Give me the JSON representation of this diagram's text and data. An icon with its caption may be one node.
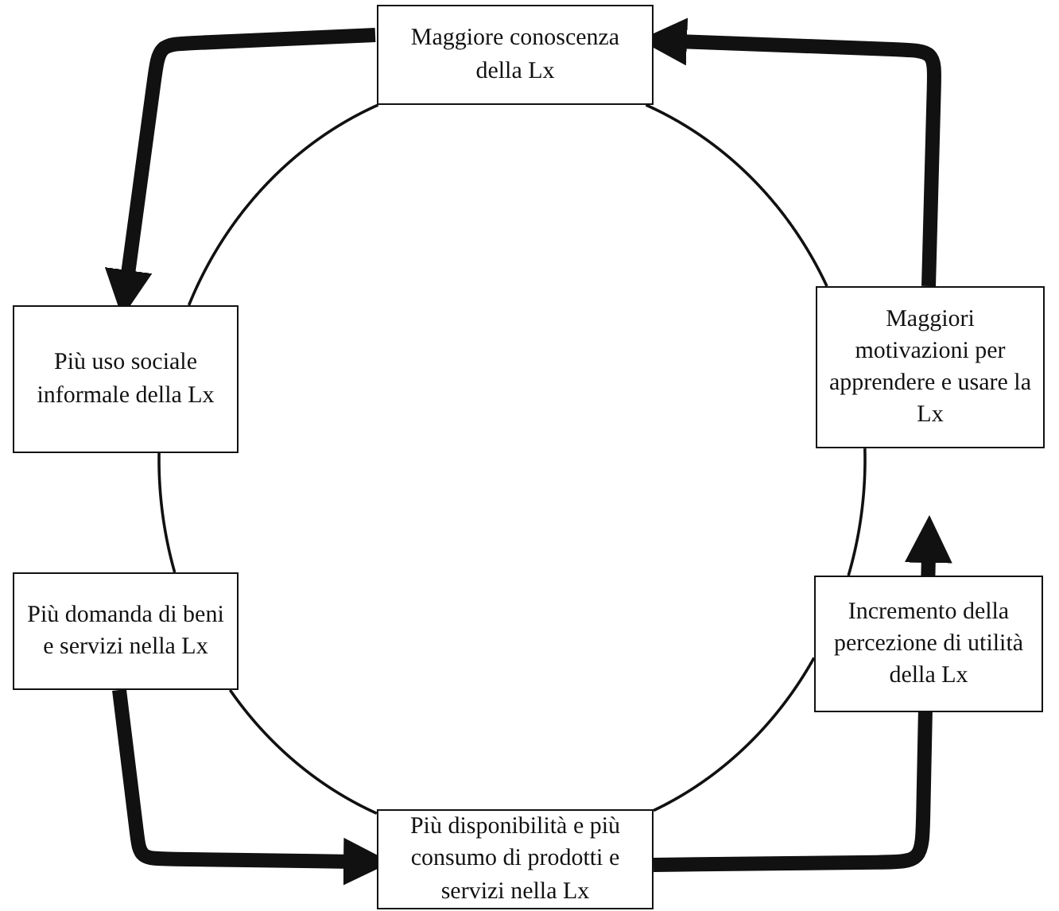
{
  "diagram": {
    "nodes": [
      {
        "text": [
          "Maggiore conoscenza della Lx"
        ]
      },
      {
        "text": [
          "Più uso sociale informale della Lx"
        ]
      },
      {
        "text": [
          "Maggiori motivazioni per apprendere e usare la Lx"
        ]
      },
      {
        "text": [
          "Più domanda di beni e servizi nella Lx"
        ]
      },
      {
        "text": [
          "Incremento della percezione di utilità della Lx"
        ]
      },
      {
        "text": [
          "Più disponibilità e più consumo di prodotti e servizi nella Lx"
        ]
      }
    ],
    "edges": [
      {
        "from": 0,
        "to": 1,
        "arrow": "none"
      },
      {
        "from": 1,
        "to": 3,
        "arrow": "none"
      },
      {
        "from": 3,
        "to": 5,
        "arrow": "none"
      },
      {
        "from": 5,
        "to": 4,
        "arrow": "none"
      },
      {
        "from": 4,
        "to": 2,
        "arrow": "none"
      },
      {
        "from": 2,
        "to": 0,
        "arrow": "none"
      },
      {
        "from": 0,
        "to": 1,
        "arrow": "to",
        "style": "thick"
      },
      {
        "from": 3,
        "to": 5,
        "arrow": "to",
        "style": "thick"
      },
      {
        "from": 5,
        "to": 4,
        "arrow": "to",
        "style": "thick"
      },
      {
        "from": 2,
        "to": 0,
        "arrow": "to",
        "style": "thick"
      }
    ]
  }
}
